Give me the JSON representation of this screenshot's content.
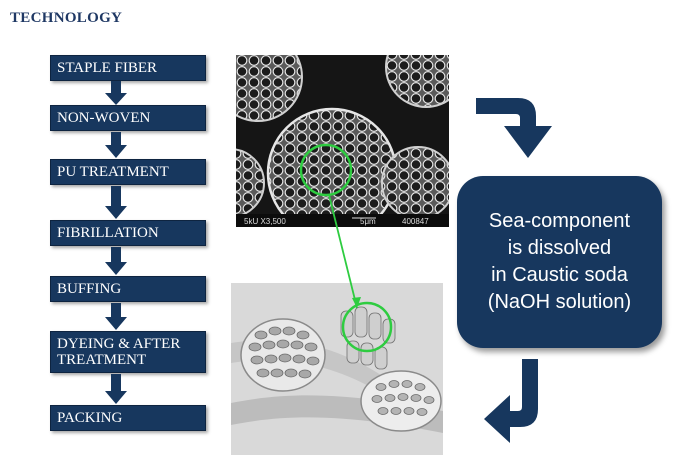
{
  "header": {
    "title": "TECHNOLOGY"
  },
  "process_steps": [
    {
      "label": "STAPLE FIBER"
    },
    {
      "label": "NON-WOVEN"
    },
    {
      "label": "PU TREATMENT"
    },
    {
      "label": "FIBRILLATION"
    },
    {
      "label": "BUFFING"
    },
    {
      "label": "DYEING & AFTER TREATMENT"
    },
    {
      "label": "PACKING"
    }
  ],
  "sem_image": {
    "caption_left": "5kU  X3,500",
    "caption_mid": "5μm",
    "caption_right": "400847"
  },
  "callout": {
    "text": "Sea-component\nis dissolved\nin Caustic soda\n(NaOH solution)"
  },
  "colors": {
    "navy": "#17375e",
    "highlight_circle": "#2ecc40",
    "title": "#1f3864"
  },
  "icons": {
    "step_arrow": "down-arrow-icon",
    "curved_arrow_top": "curved-arrow-right-down-icon",
    "curved_arrow_bottom": "curved-arrow-down-left-icon"
  }
}
